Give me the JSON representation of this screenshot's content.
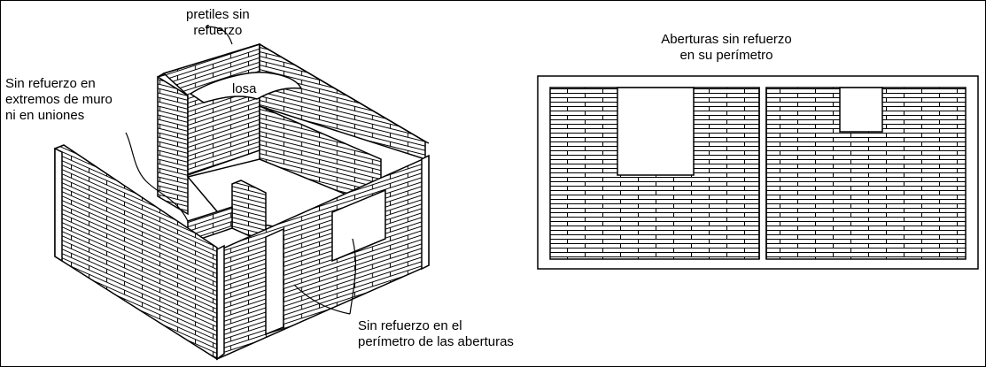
{
  "labels": {
    "pretiles": [
      "pretiles sin",
      "refuerzo"
    ],
    "losa": "losa",
    "extremos": [
      "Sin refuerzo en",
      "extremos de muro",
      "ni en uniones"
    ],
    "aberturas_perimetro": [
      "Sin refuerzo en el",
      "perímetro de las aberturas"
    ],
    "aberturas_titulo": [
      "Aberturas sin refuerzo",
      "en su perímetro"
    ]
  }
}
